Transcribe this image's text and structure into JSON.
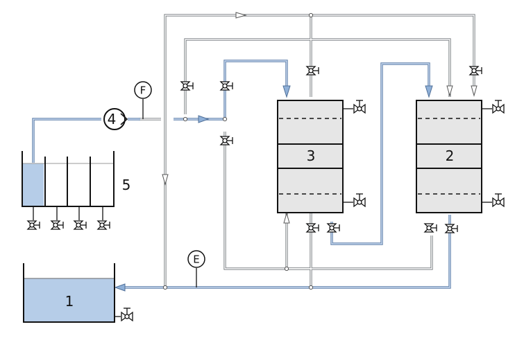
{
  "labels": {
    "tank1": "1",
    "column2": "2",
    "column3": "3",
    "pump4": "4",
    "tank5": "5",
    "instrument_f": "F",
    "instrument_e": "E"
  },
  "colors": {
    "liquid": "#b6cde8",
    "pipe_liquid": "#5f7fa8",
    "pipe_gray": "#6f7479",
    "column_fill": "#e6e6e6",
    "outline": "#111111"
  },
  "icons": [
    "valve-icon",
    "pump-icon",
    "flow-arrow-icon"
  ]
}
